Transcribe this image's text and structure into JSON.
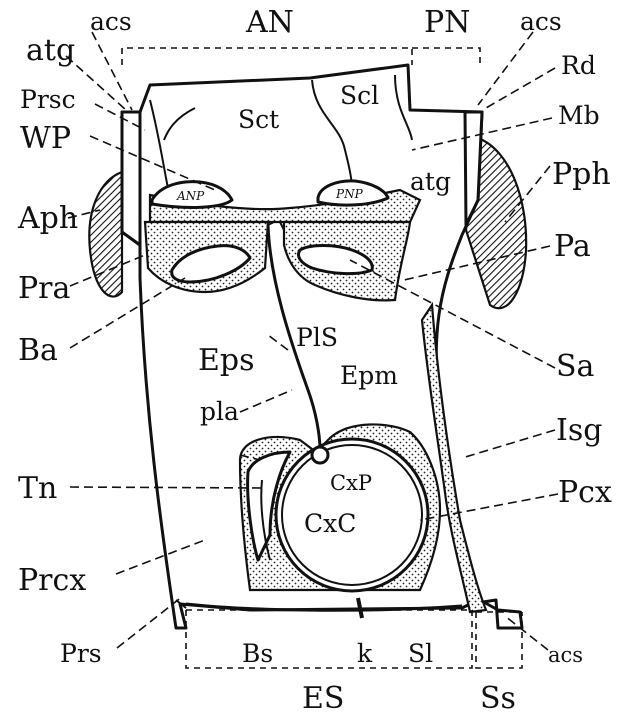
{
  "labels": {
    "acs_tl": "acs",
    "AN": "AN",
    "PN": "PN",
    "acs_tr": "acs",
    "atg_l": "atg",
    "Rd": "Rd",
    "Prsc": "Prsc",
    "Sct": "Sct",
    "Scl": "Scl",
    "Mb": "Mb",
    "WP": "WP",
    "ANP": "ANP",
    "PNP": "PNP",
    "atg_r": "atg",
    "Pph": "Pph",
    "Aph": "Aph",
    "Pa": "Pa",
    "Pra": "Pra",
    "PlS": "PlS",
    "Ba": "Ba",
    "Eps": "Eps",
    "Sa": "Sa",
    "Epm": "Epm",
    "pla": "pla",
    "Isg": "Isg",
    "Tn": "Tn",
    "CxP": "CxP",
    "CxC": "CxC",
    "Pcx": "Pcx",
    "Prcx": "Prcx",
    "Prs": "Prs",
    "Bs": "Bs",
    "k": "k",
    "Sl": "Sl",
    "acs_br": "acs",
    "ES": "ES",
    "Ss": "Ss"
  }
}
